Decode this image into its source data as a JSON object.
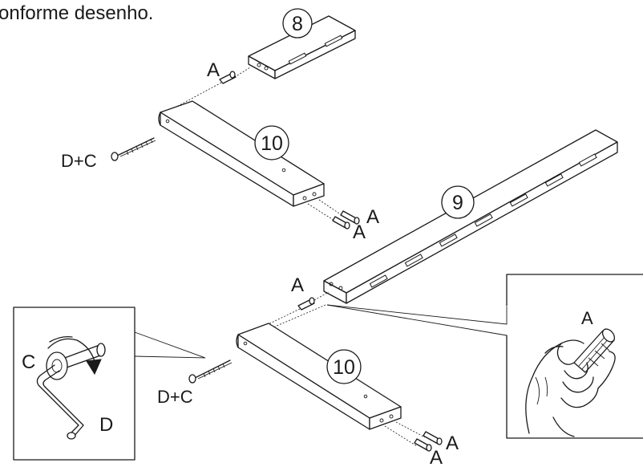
{
  "instruction_text": "onforme desenho.",
  "parts": {
    "top_short_bar": "8",
    "upper_side_rail": "10",
    "long_rail": "9",
    "lower_side_rail": "10"
  },
  "hardware": {
    "dowel": "A",
    "bolt_with_key": "D+C"
  },
  "inset_tool": {
    "cap_letter": "C",
    "key_letter": "D"
  },
  "inset_hand": {
    "dowel_letter": "A"
  },
  "icons": {
    "rotation": "curved-arrow-icon",
    "allen_key": "allen-key-icon"
  }
}
